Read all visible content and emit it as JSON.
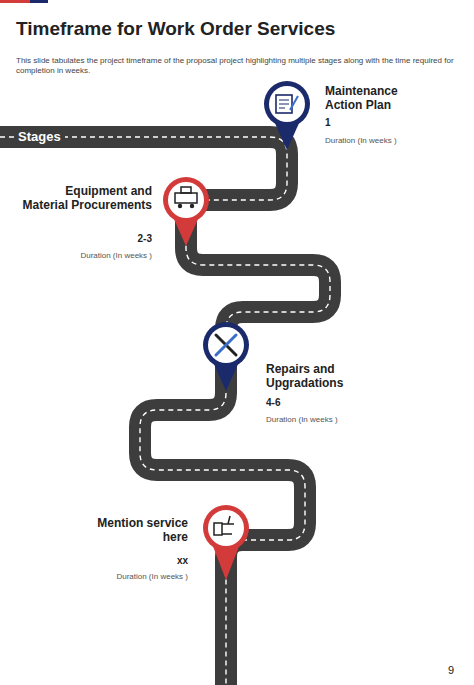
{
  "diagram": {
    "title": "Timeframe for Work Order Services",
    "labels": [
      "This slide tabulates the project timeframe of the proposal project highlighting multiple stages along with the time required for completion in weeks.",
      "Stages",
      "Maintenance Action Plan",
      "1",
      "Duration (In weeks )",
      "Equipment and Material Procurements",
      "2-3",
      "Duration (In weeks )",
      "Repairs and Upgradations",
      "4-6",
      "Duration (In weeks )",
      "Mention service here",
      "xx",
      "Duration (In weeks )",
      "9"
    ]
  }
}
